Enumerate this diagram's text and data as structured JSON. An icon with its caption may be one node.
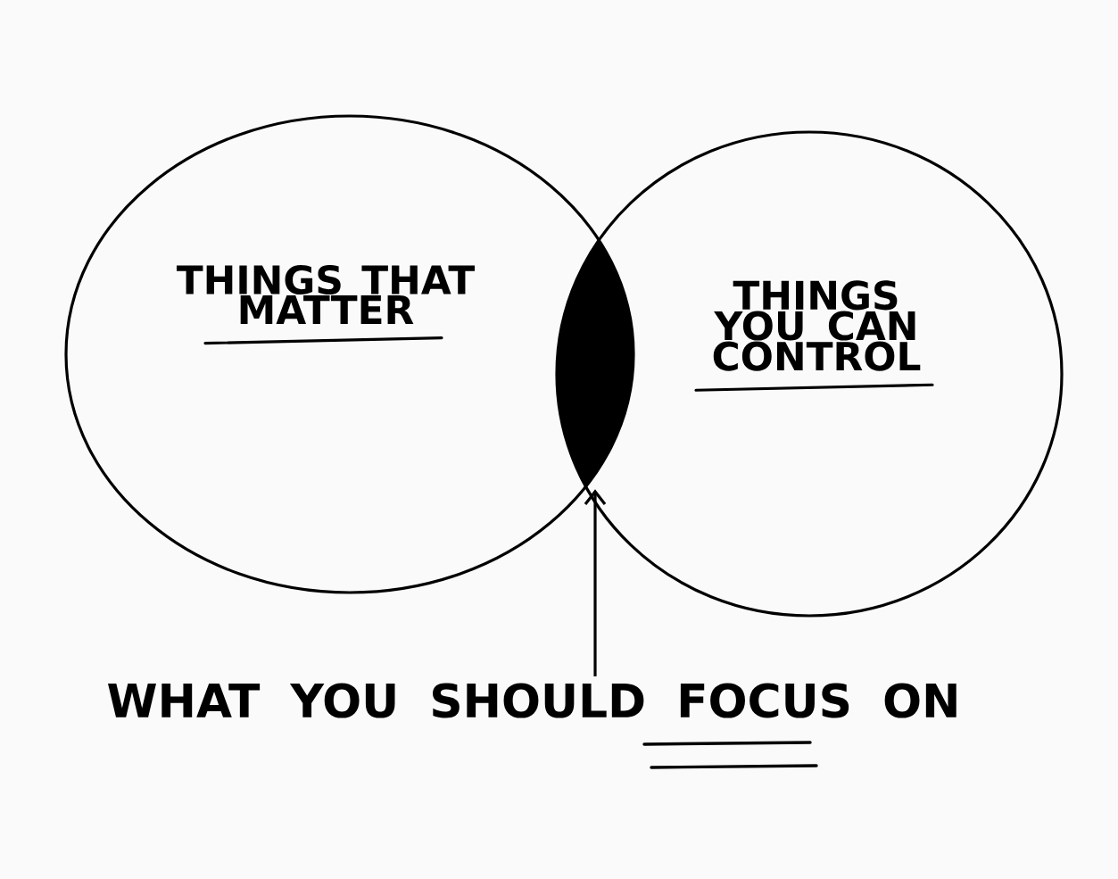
{
  "diagram": {
    "nodes": [
      {
        "text": [
          "THINGS THAT MATTER"
        ]
      },
      {
        "text": [
          "THINGS YOU CAN CONTROL"
        ]
      },
      {
        "text": [],
        "shape": "lens"
      },
      {
        "text": [
          "WHAT YOU SHOULD FOCUS ON"
        ]
      }
    ],
    "edges": [
      {
        "from": 3,
        "to": 2,
        "arrow": "to"
      }
    ]
  }
}
